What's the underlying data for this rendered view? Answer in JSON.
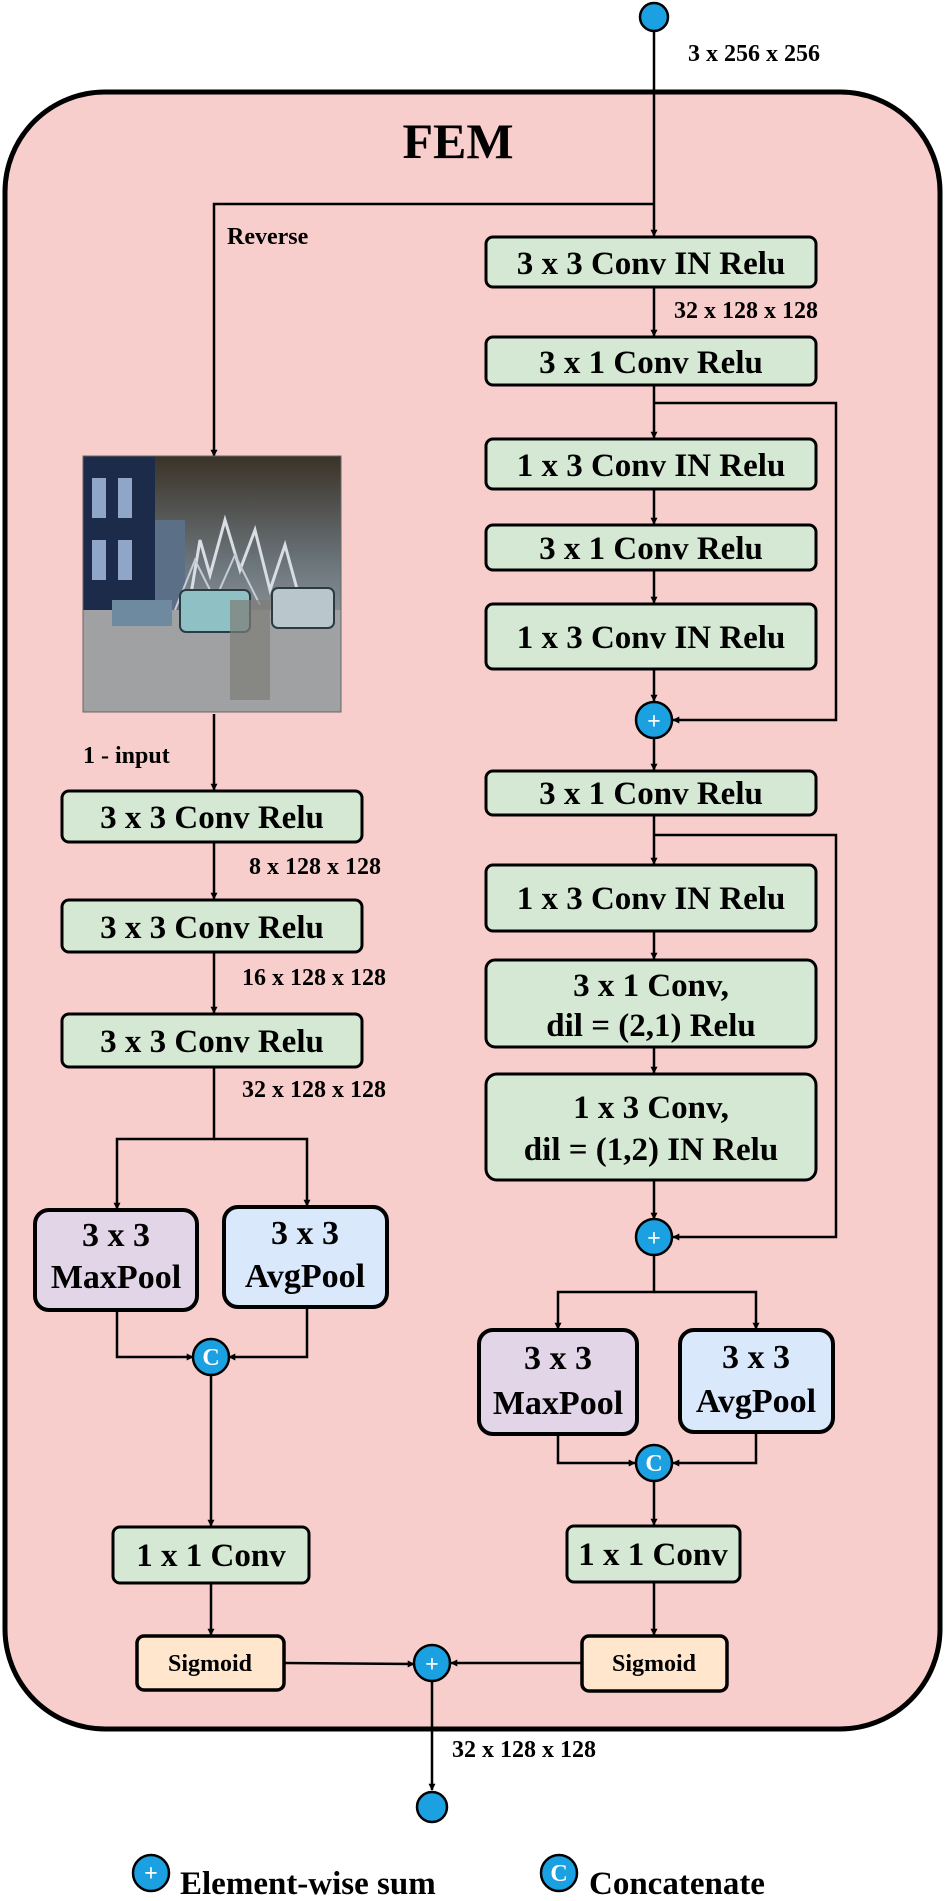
{
  "diagram": {
    "title": "FEM",
    "input_dim": "3 x 256 x 256",
    "reverse_label": "Reverse",
    "one_minus_input_label": "1 - input",
    "output_dim": "32 x 128 x 128",
    "left_branch": {
      "conv1": "3 x 3 Conv Relu",
      "dim1": "8 x 128 x 128",
      "conv2": "3 x 3 Conv Relu",
      "dim2": "16 x 128 x 128",
      "conv3": "3 x 3 Conv Relu",
      "dim3": "32 x 128 x 128",
      "maxpool_line1": "3 x 3",
      "maxpool_line2": "MaxPool",
      "avgpool_line1": "3 x 3",
      "avgpool_line2": "AvgPool",
      "conv1x1": "1 x 1 Conv",
      "sigmoid": "Sigmoid"
    },
    "right_branch": {
      "conv1": "3 x 3 Conv IN Relu",
      "dim1": "32 x 128 x 128",
      "conv2": "3 x 1 Conv Relu",
      "conv3": "1 x 3 Conv IN Relu",
      "conv4": "3 x 1 Conv Relu",
      "conv5": "1 x 3 Conv IN Relu",
      "conv6": "3 x 1 Conv Relu",
      "conv7": "1 x 3 Conv IN Relu",
      "conv8_line1": "3 x 1 Conv,",
      "conv8_line2": "dil = (2,1) Relu",
      "conv9_line1": "1 x 3 Conv,",
      "conv9_line2": "dil = (1,2) IN Relu",
      "maxpool_line1": "3 x 3",
      "maxpool_line2": "MaxPool",
      "avgpool_line1": "3 x 3",
      "avgpool_line2": "AvgPool",
      "conv1x1": "1 x 1 Conv",
      "sigmoid": "Sigmoid"
    },
    "colors": {
      "module_background": "#f8cecc",
      "conv_box": "#d5e8d4",
      "maxpool_box": "#e1d5e7",
      "avgpool_box": "#dae8fc",
      "sigmoid_box": "#ffe6cc",
      "node": "#1ba1e2"
    }
  },
  "legend": {
    "sum_symbol": "+",
    "sum_label": "Element-wise sum",
    "concat_symbol": "C",
    "concat_label": "Concatenate"
  }
}
